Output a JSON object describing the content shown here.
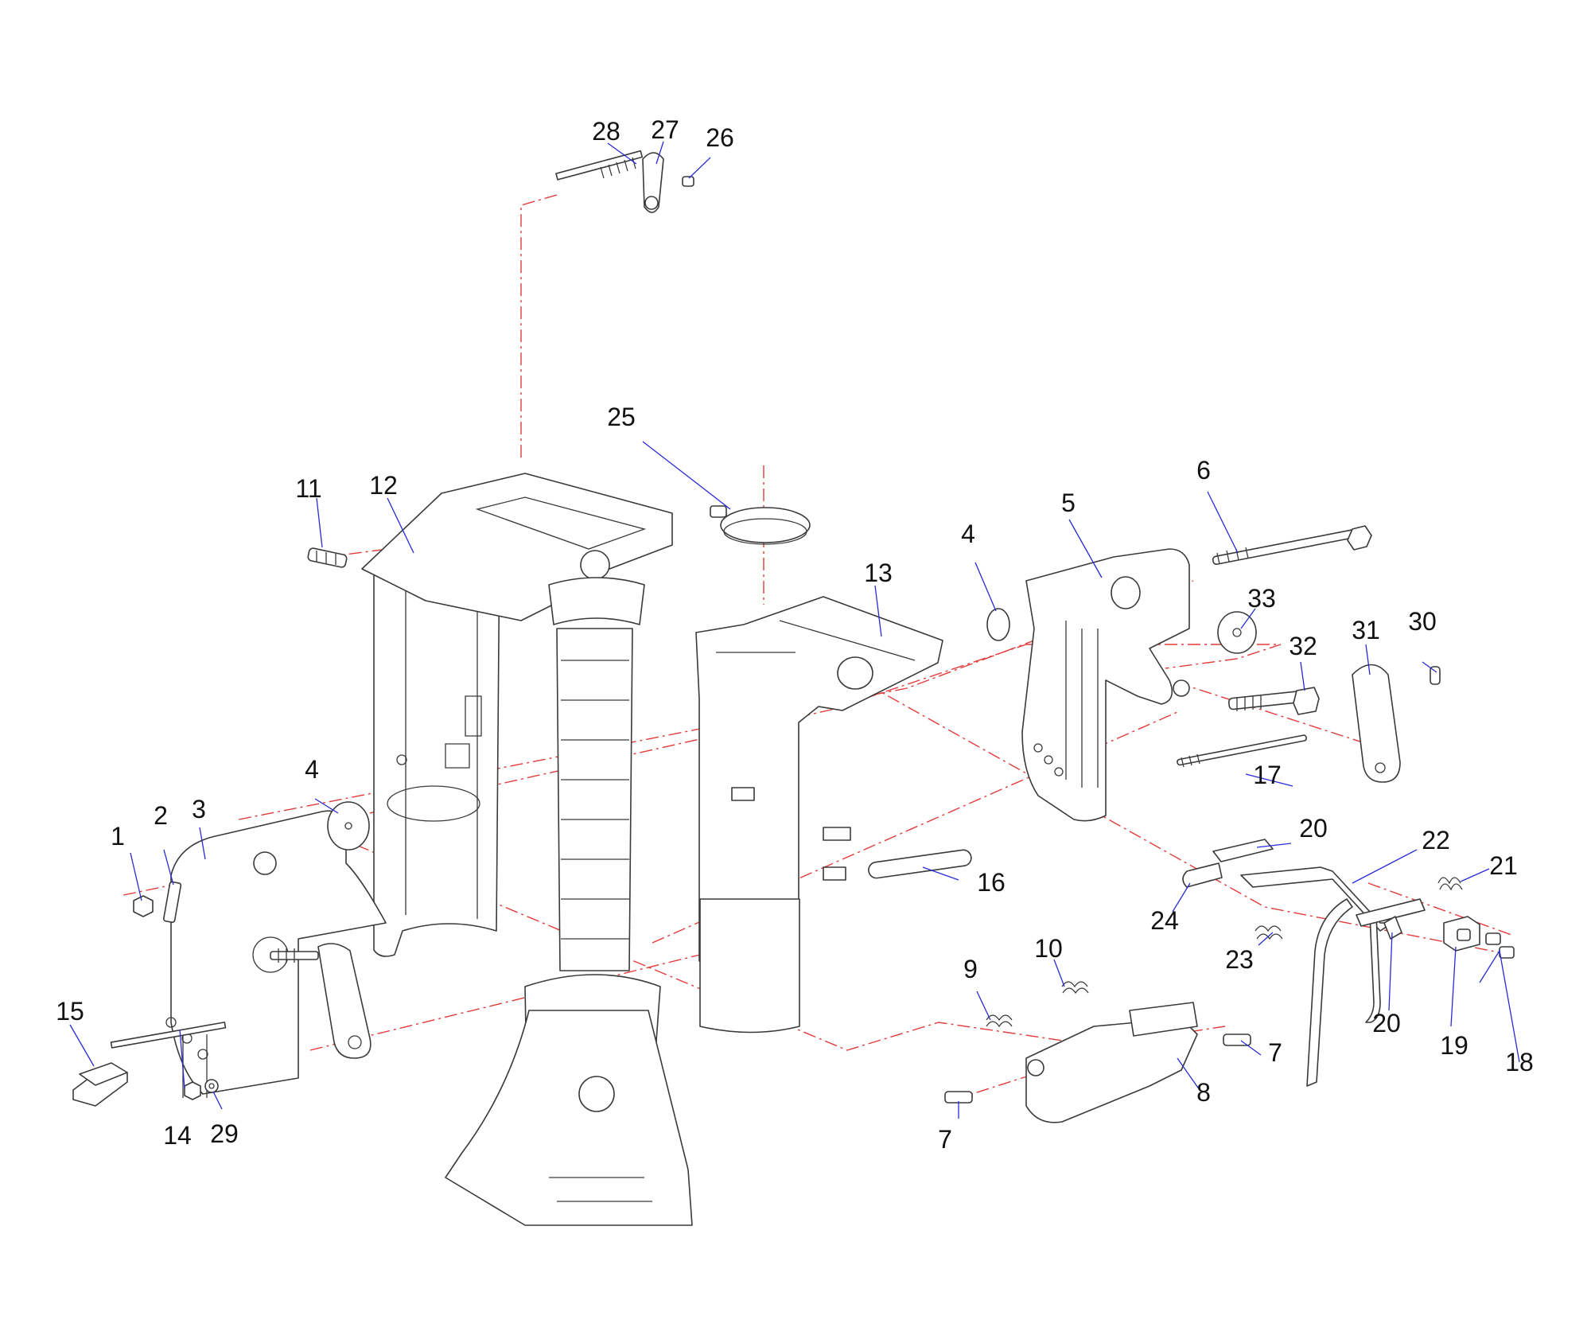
{
  "diagram": {
    "callouts": [
      {
        "id": "c1",
        "text": "1"
      },
      {
        "id": "c2",
        "text": "2"
      },
      {
        "id": "c3",
        "text": "3"
      },
      {
        "id": "c4a",
        "text": "4"
      },
      {
        "id": "c4b",
        "text": "4"
      },
      {
        "id": "c5",
        "text": "5"
      },
      {
        "id": "c6",
        "text": "6"
      },
      {
        "id": "c7a",
        "text": "7"
      },
      {
        "id": "c7b",
        "text": "7"
      },
      {
        "id": "c8",
        "text": "8"
      },
      {
        "id": "c9",
        "text": "9"
      },
      {
        "id": "c10",
        "text": "10"
      },
      {
        "id": "c11",
        "text": "11"
      },
      {
        "id": "c12",
        "text": "12"
      },
      {
        "id": "c13",
        "text": "13"
      },
      {
        "id": "c14",
        "text": "14"
      },
      {
        "id": "c15",
        "text": "15"
      },
      {
        "id": "c16",
        "text": "16"
      },
      {
        "id": "c17",
        "text": "17"
      },
      {
        "id": "c18",
        "text": "18"
      },
      {
        "id": "c19",
        "text": "19"
      },
      {
        "id": "c20a",
        "text": "20"
      },
      {
        "id": "c20b",
        "text": "20"
      },
      {
        "id": "c21",
        "text": "21"
      },
      {
        "id": "c22",
        "text": "22"
      },
      {
        "id": "c23",
        "text": "23"
      },
      {
        "id": "c24",
        "text": "24"
      },
      {
        "id": "c25",
        "text": "25"
      },
      {
        "id": "c26",
        "text": "26"
      },
      {
        "id": "c27",
        "text": "27"
      },
      {
        "id": "c28",
        "text": "28"
      },
      {
        "id": "c29",
        "text": "29"
      },
      {
        "id": "c30",
        "text": "30"
      },
      {
        "id": "c31",
        "text": "31"
      },
      {
        "id": "c32",
        "text": "32"
      },
      {
        "id": "c33",
        "text": "33"
      }
    ],
    "colors": {
      "part_outline": "#3a3a3a",
      "assembly_axis": "#e23b3b",
      "leader_line": "#2a2ad8",
      "callout_text": "#111111"
    }
  }
}
